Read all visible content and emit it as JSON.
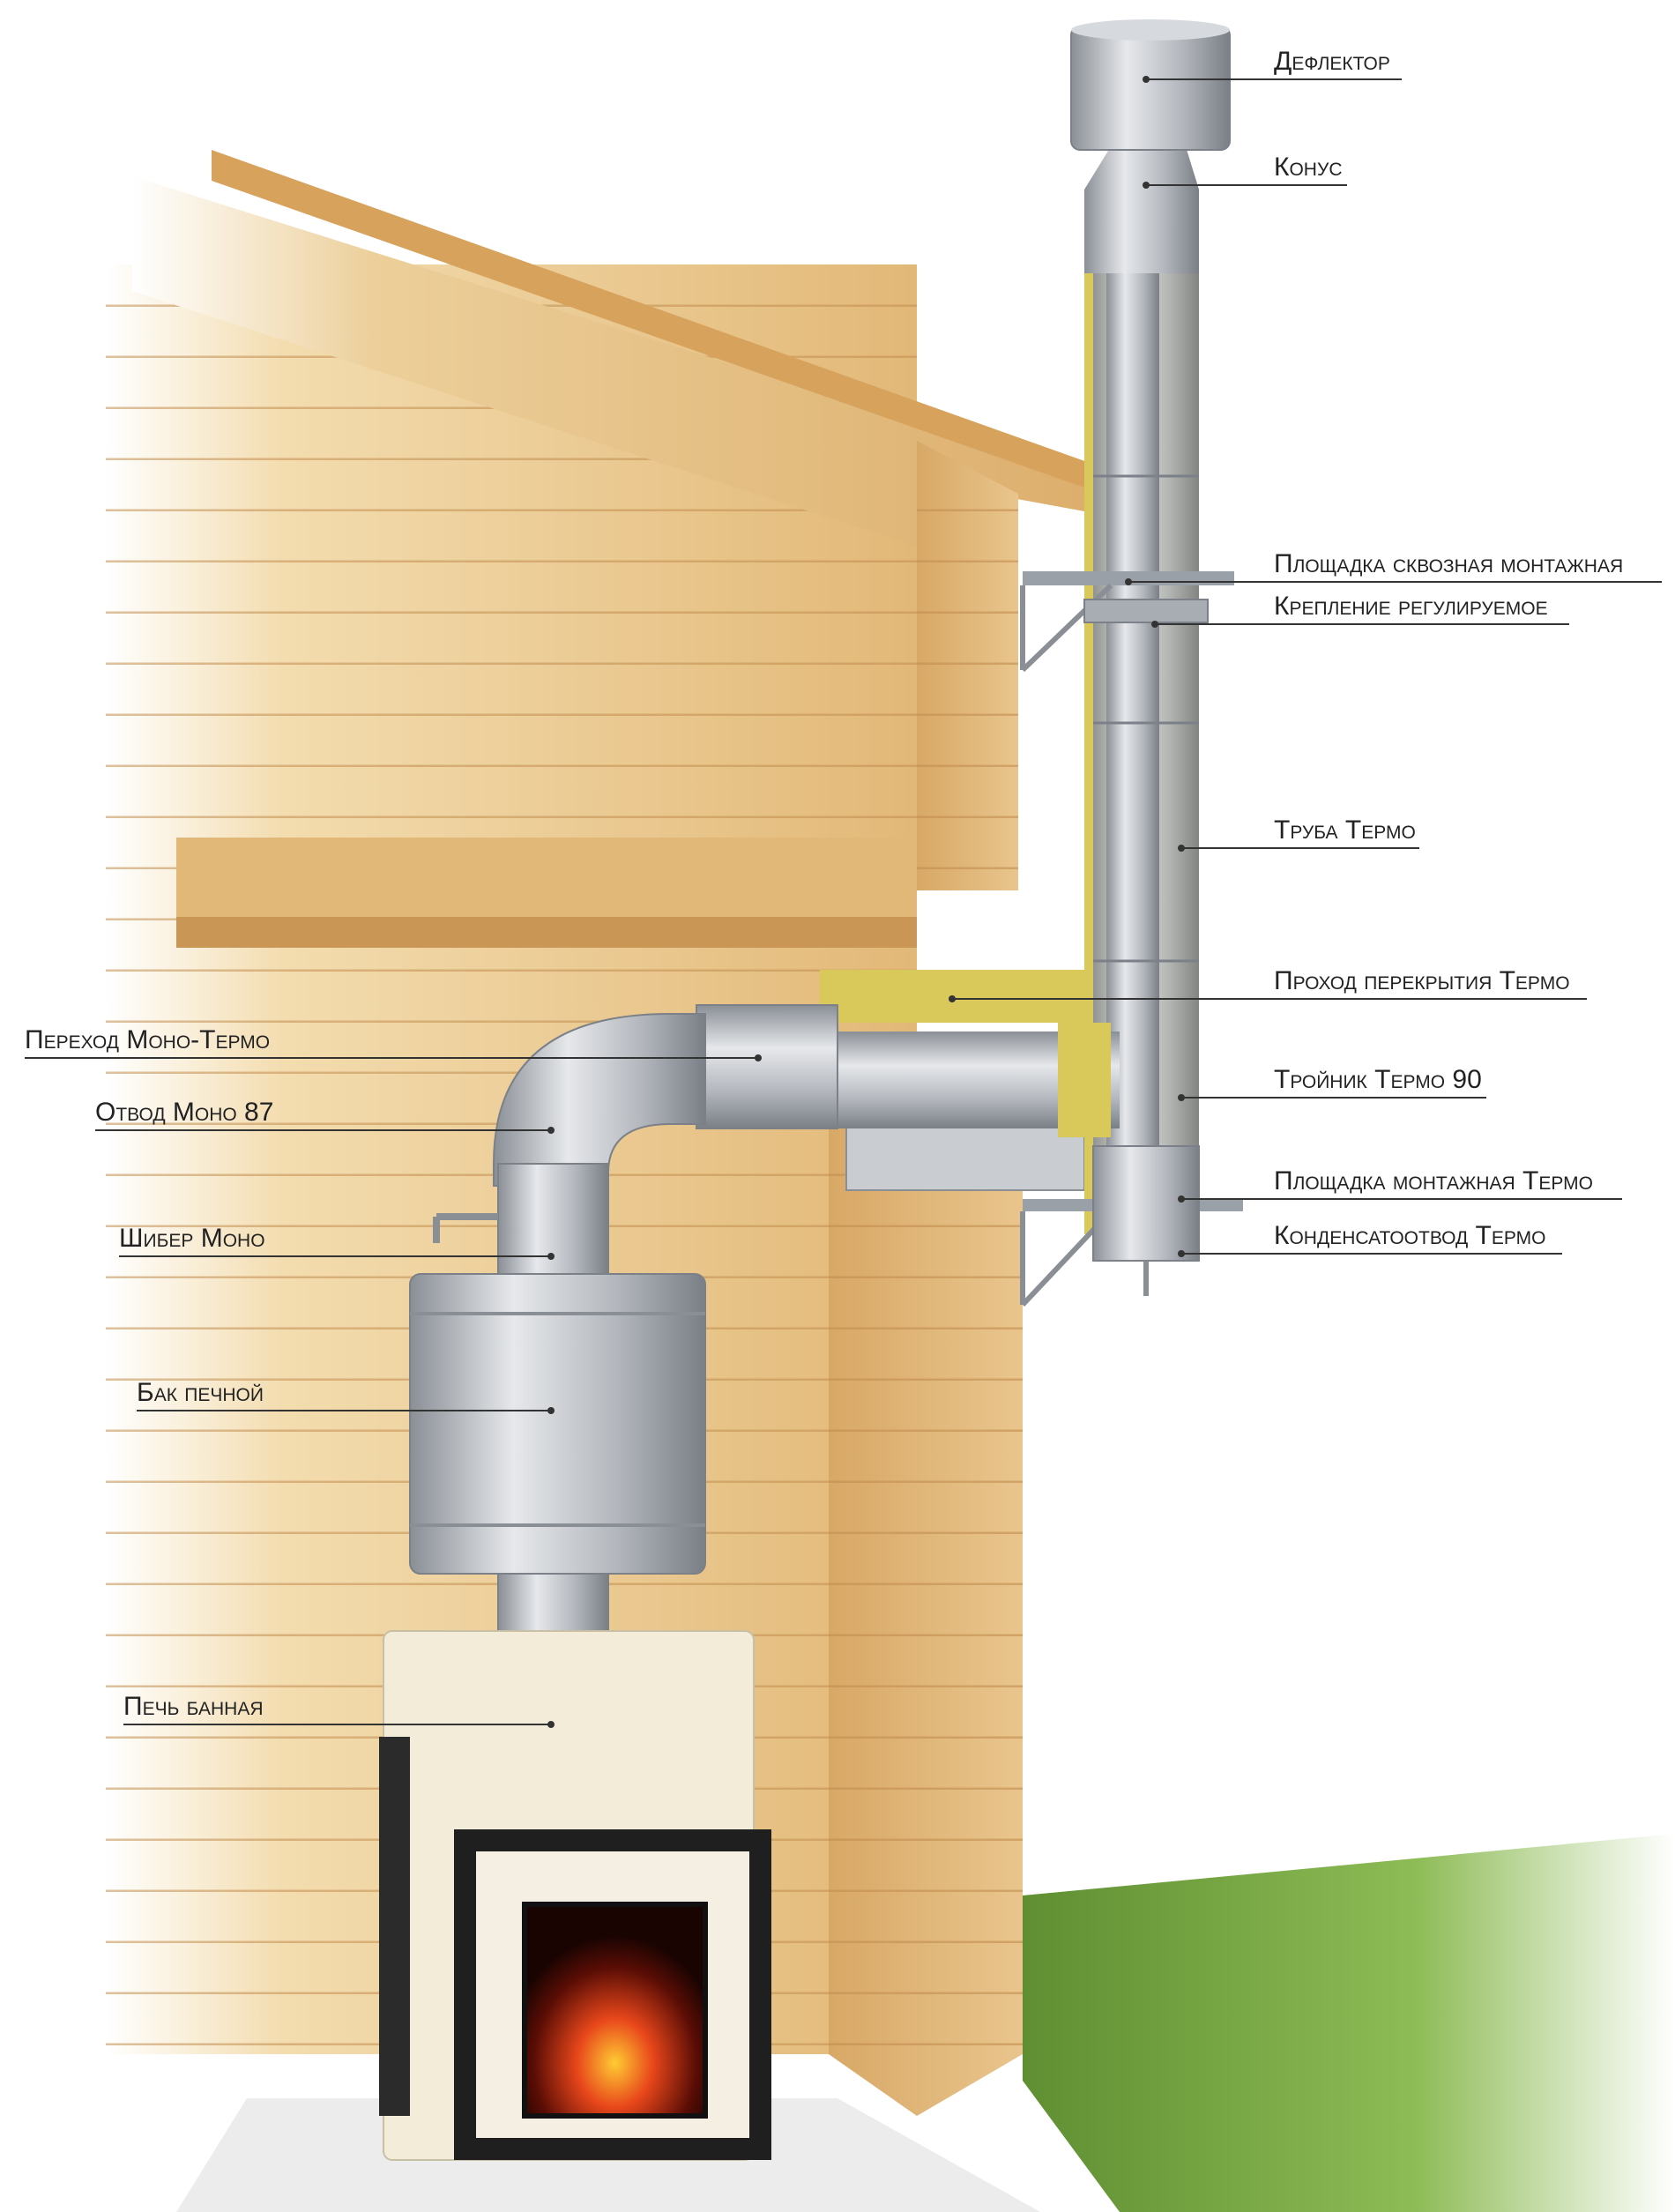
{
  "labels": {
    "deflector": "Дефлектор",
    "cone": "Конус",
    "platform_through": "Площадка сквозная монтажная",
    "mount_adjustable": "Крепление регулируемое",
    "pipe_termo": "Труба Термо",
    "ceiling_pass": "Проход перекрытия Термо",
    "tee_termo": "Тройник Термо 90",
    "platform_mount": "Площадка монтажная Термо",
    "condensate": "Конденсатоотвод Термо",
    "adapter_mono_termo": "Переход Моно-Термо",
    "elbow_mono": "Отвод Моно 87",
    "damper_mono": "Шибер Моно",
    "tank": "Бак печной",
    "stove": "Печь банная"
  },
  "colors": {
    "wood": "#e8c48a",
    "wood_dark": "#c9975a",
    "steel": "#b8bcc2",
    "steel_dark": "#7c8088",
    "insulation": "#d9c95a",
    "stove_body": "#f3ecd8",
    "grass": "#7fa84a",
    "leader": "#333333"
  }
}
